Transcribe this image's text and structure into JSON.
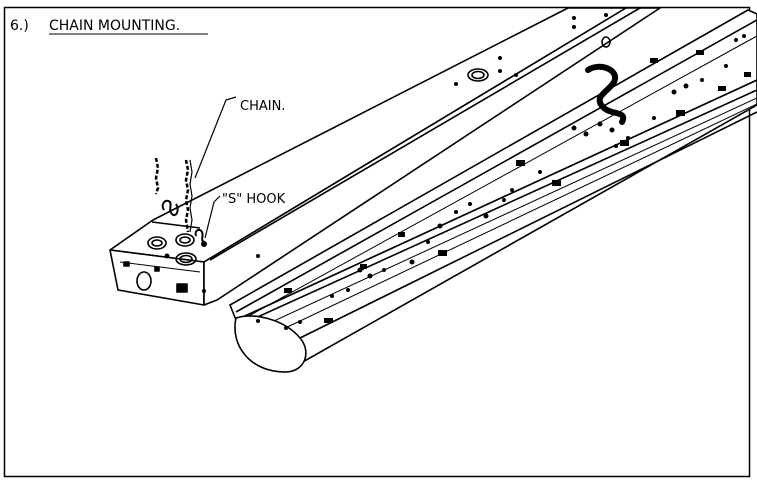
{
  "title": {
    "number": "6.)",
    "text": "CHAIN  MOUNTING."
  },
  "callouts": {
    "chain": "CHAIN.",
    "s_hook": "\"S\"  HOOK"
  }
}
